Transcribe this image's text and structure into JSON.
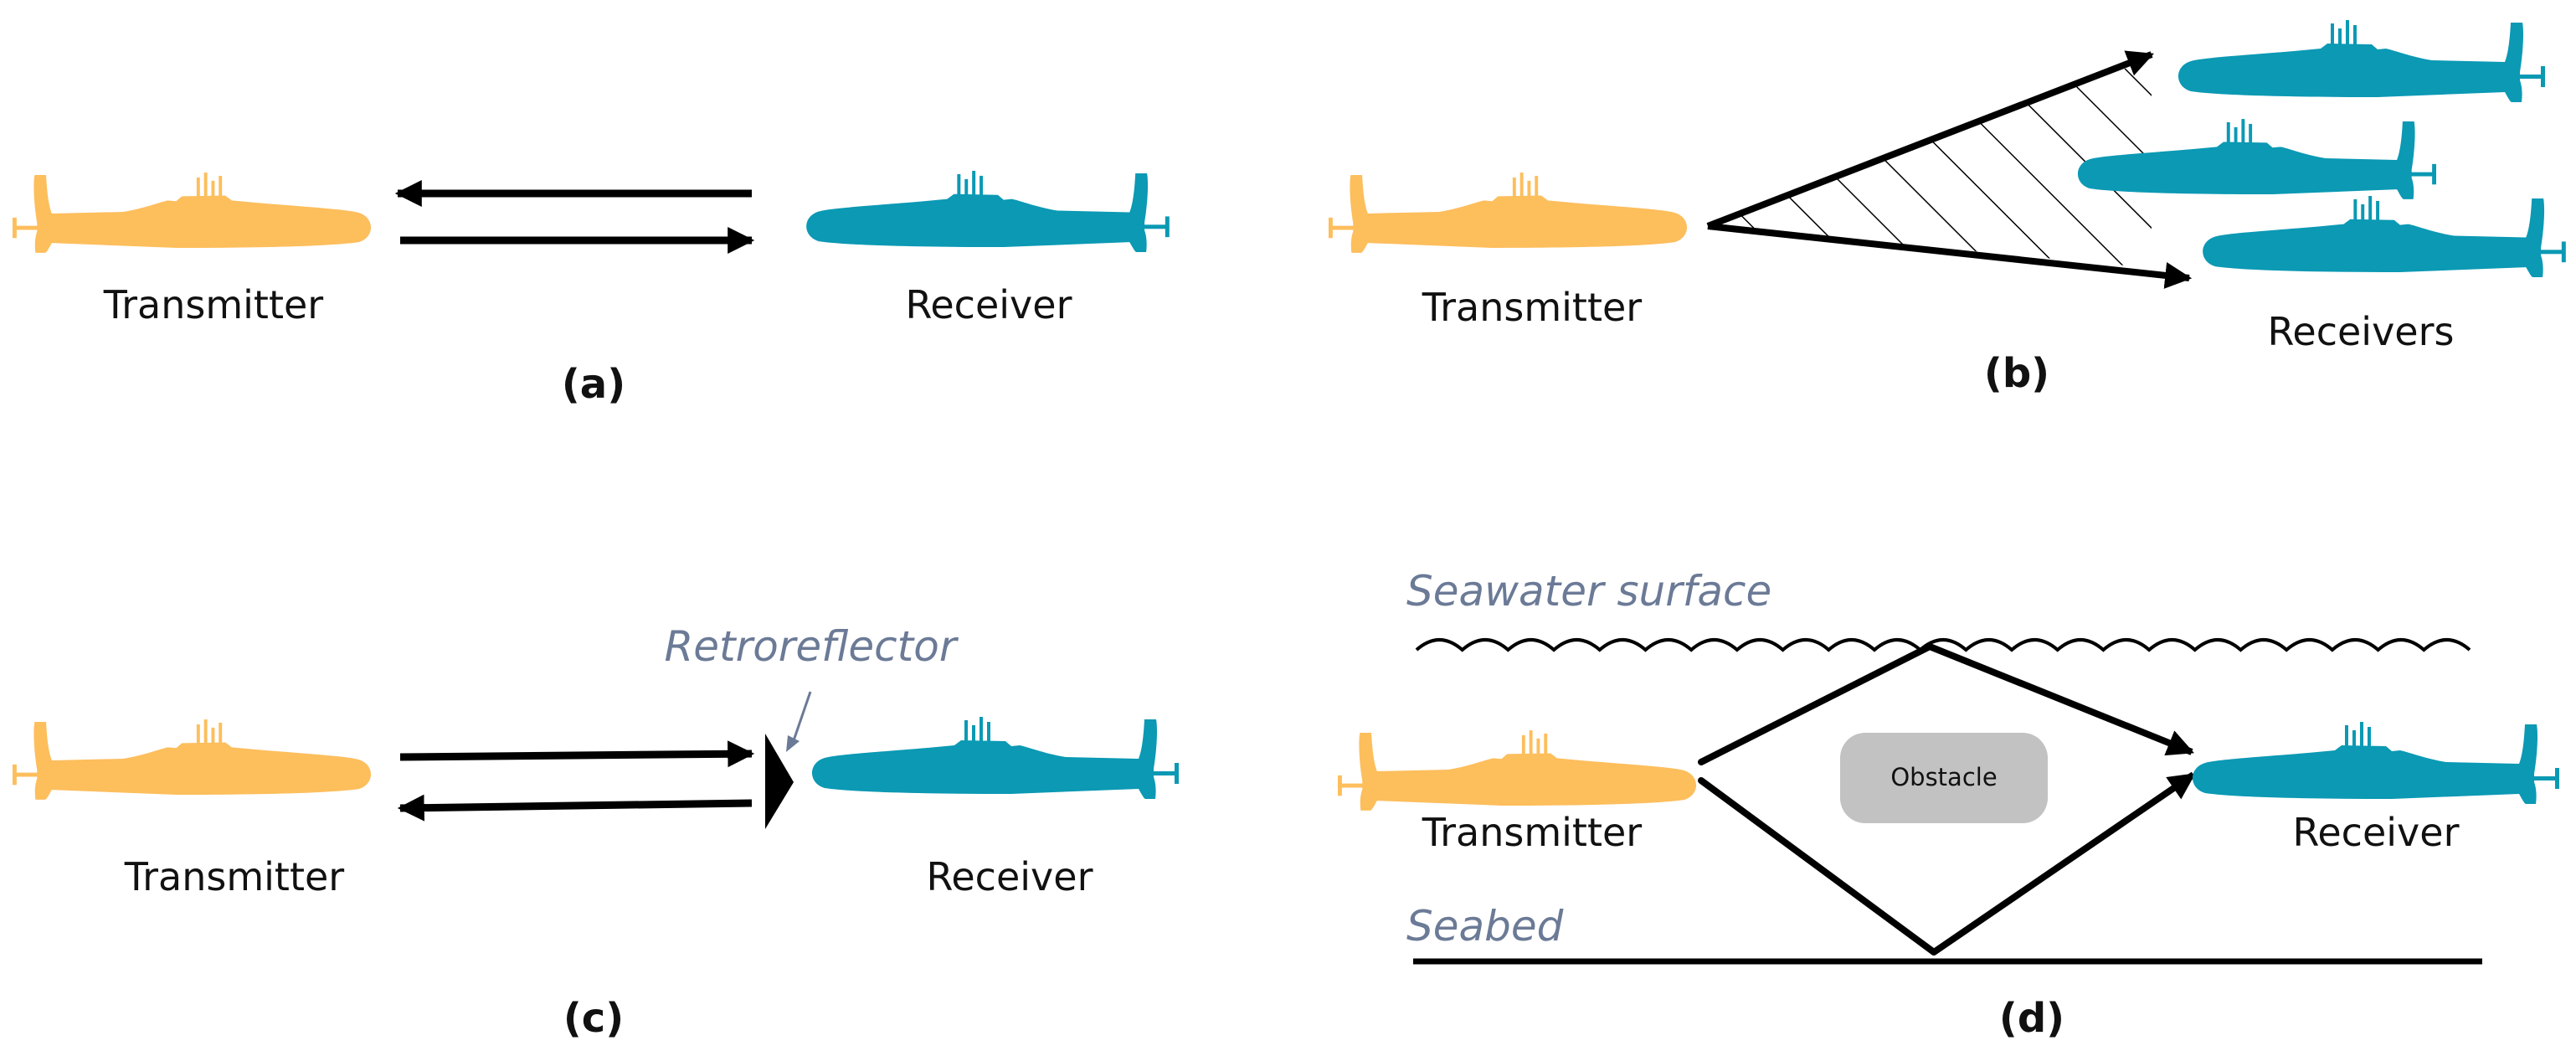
{
  "colors": {
    "transmitter": "#FDBE5C",
    "receiver": "#0B99B4",
    "ink": "#000000",
    "annotation": "#6B7A96",
    "obstacle": "#C2C2C2"
  },
  "panels": {
    "a": {
      "label": "(a)",
      "transmitter": "Transmitter",
      "receiver": "Receiver"
    },
    "b": {
      "label": "(b)",
      "transmitter": "Transmitter",
      "receivers": "Receivers"
    },
    "c": {
      "label": "(c)",
      "transmitter": "Transmitter",
      "receiver": "Receiver",
      "retroreflector": "Retroreflector"
    },
    "d": {
      "label": "(d)",
      "transmitter": "Transmitter",
      "receiver": "Receiver",
      "surface": "Seawater surface",
      "seabed": "Seabed",
      "obstacle": "Obstacle"
    }
  }
}
